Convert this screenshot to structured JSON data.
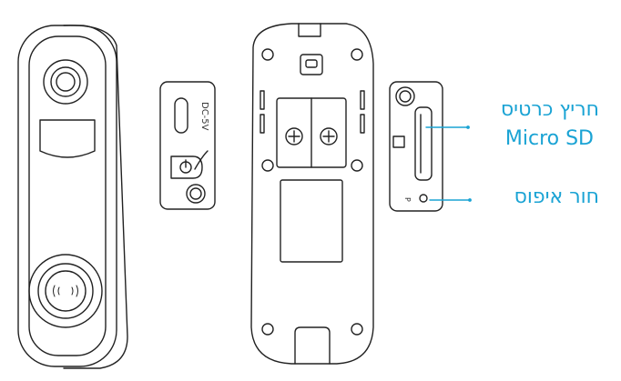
{
  "labels": {
    "sd_slot_line1": "חריץ כרטיס",
    "sd_slot_line2": "Micro SD",
    "reset_hole": "חור איפוס"
  },
  "device_markings": {
    "power_port": "DC-5V",
    "reset_marker": "P"
  },
  "colors": {
    "outline": "#222222",
    "accent": "#1aa3d4",
    "background": "#ffffff"
  }
}
